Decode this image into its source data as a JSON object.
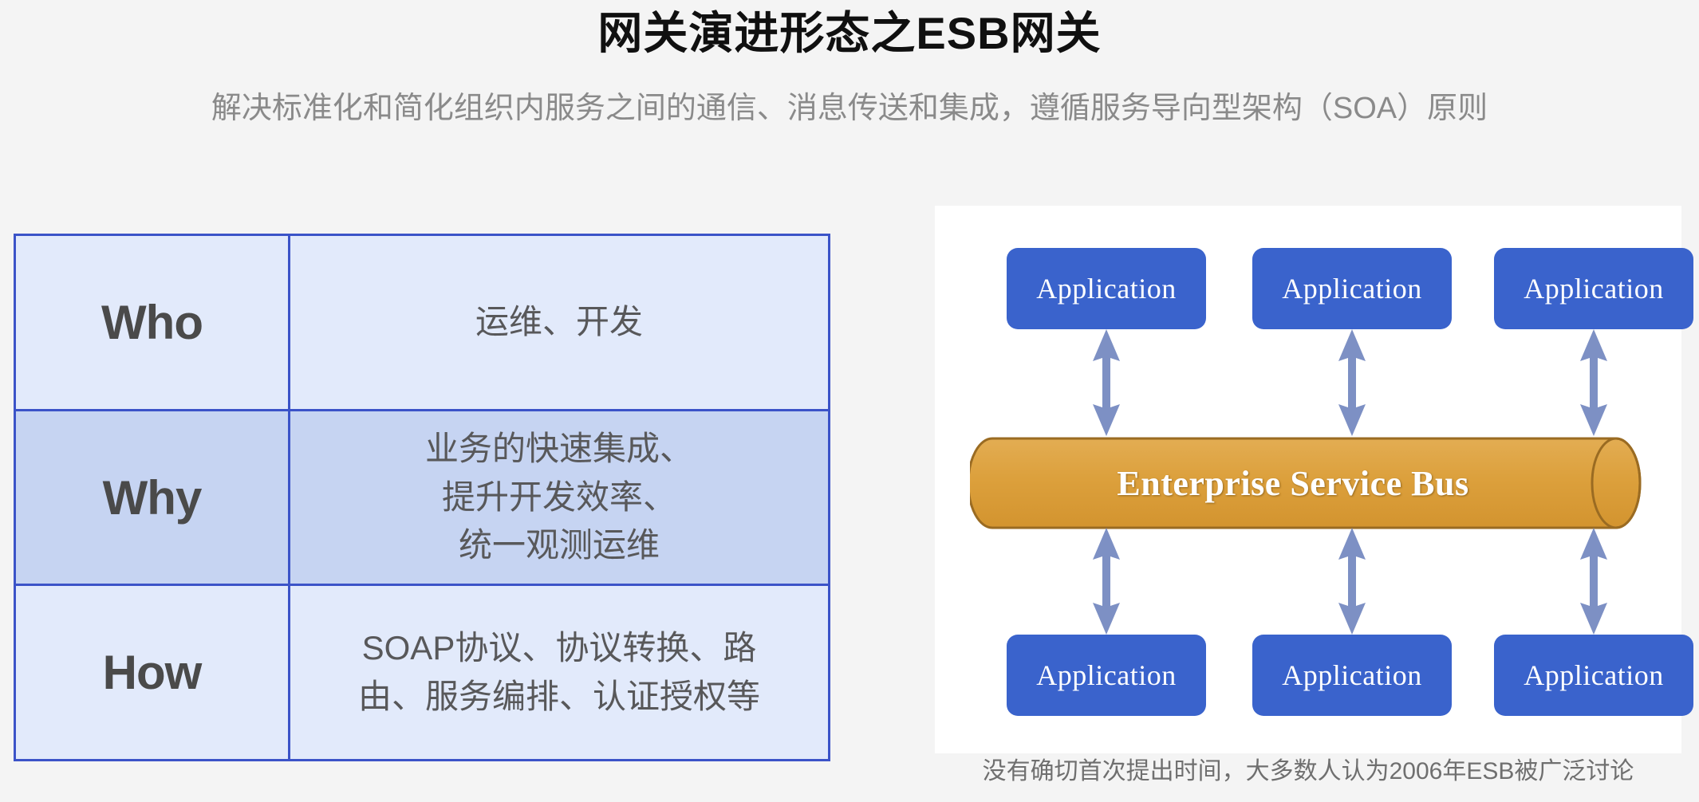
{
  "header": {
    "title": "网关演进形态之ESB网关",
    "subtitle": "解决标准化和简化组织内服务之间的通信、消息传送和集成，遵循服务导向型架构（SOA）原则"
  },
  "theme": {
    "page_background": "#f4f4f4",
    "table_border": "#3b53c8",
    "table_row_light": "#e2eafb",
    "table_row_dark": "#c6d4f2",
    "app_box_blue": "#3a63cc",
    "bus_orange": "#dca03c",
    "bus_border": "#9a6b22",
    "arrow_blue": "#7d90c4",
    "panel_white": "#ffffff",
    "title_color": "#101010",
    "subtitle_color": "#8a8a8a"
  },
  "table": {
    "rows": [
      {
        "key": "Who",
        "value": "运维、开发"
      },
      {
        "key": "Why",
        "value": "业务的快速集成、\n提升开发效率、\n统一观测运维"
      },
      {
        "key": "How",
        "value": "SOAP协议、协议转换、路\n由、服务编排、认证授权等"
      }
    ]
  },
  "diagram": {
    "apps_top": [
      {
        "label": "Application"
      },
      {
        "label": "Application"
      },
      {
        "label": "Application"
      }
    ],
    "apps_bottom": [
      {
        "label": "Application"
      },
      {
        "label": "Application"
      },
      {
        "label": "Application"
      }
    ],
    "bus_label": "Enterprise Service Bus",
    "connector_count": 6,
    "connector_type": "double-headed-arrow"
  },
  "caption": "没有确切首次提出时间，大多数人认为2006年ESB被广泛讨论"
}
